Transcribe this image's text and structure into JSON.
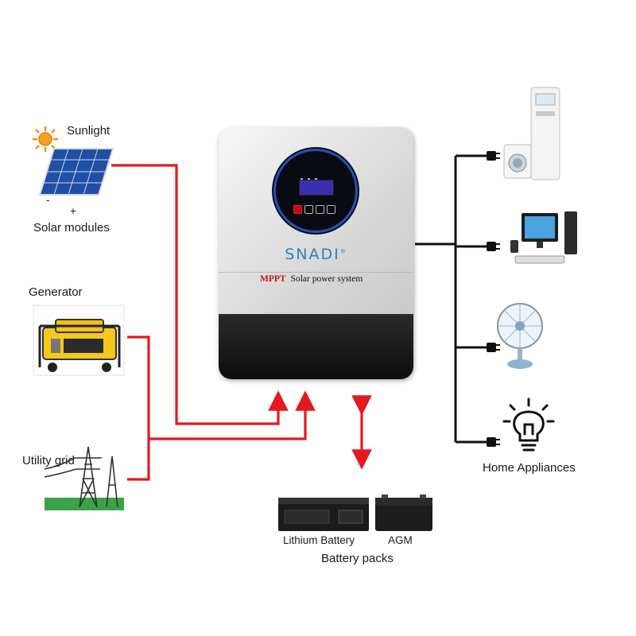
{
  "sources": {
    "sunlight": "Sunlight",
    "solar_modules": "Solar modules",
    "panel_minus": "-",
    "panel_plus": "+",
    "generator": "Generator",
    "utility_grid": "Utility grid"
  },
  "inverter": {
    "brand": "SNADI",
    "brand_mark": "®",
    "model_prefix": "MPPT",
    "model_text": "Solar power system"
  },
  "loads": {
    "label": "Home Appliances"
  },
  "battery": {
    "lithium": "Lithium Battery",
    "agm": "AGM",
    "group": "Battery packs"
  },
  "colors": {
    "power_line": "#e5181e",
    "load_line": "#111111",
    "brand": "#2d7fc1"
  }
}
